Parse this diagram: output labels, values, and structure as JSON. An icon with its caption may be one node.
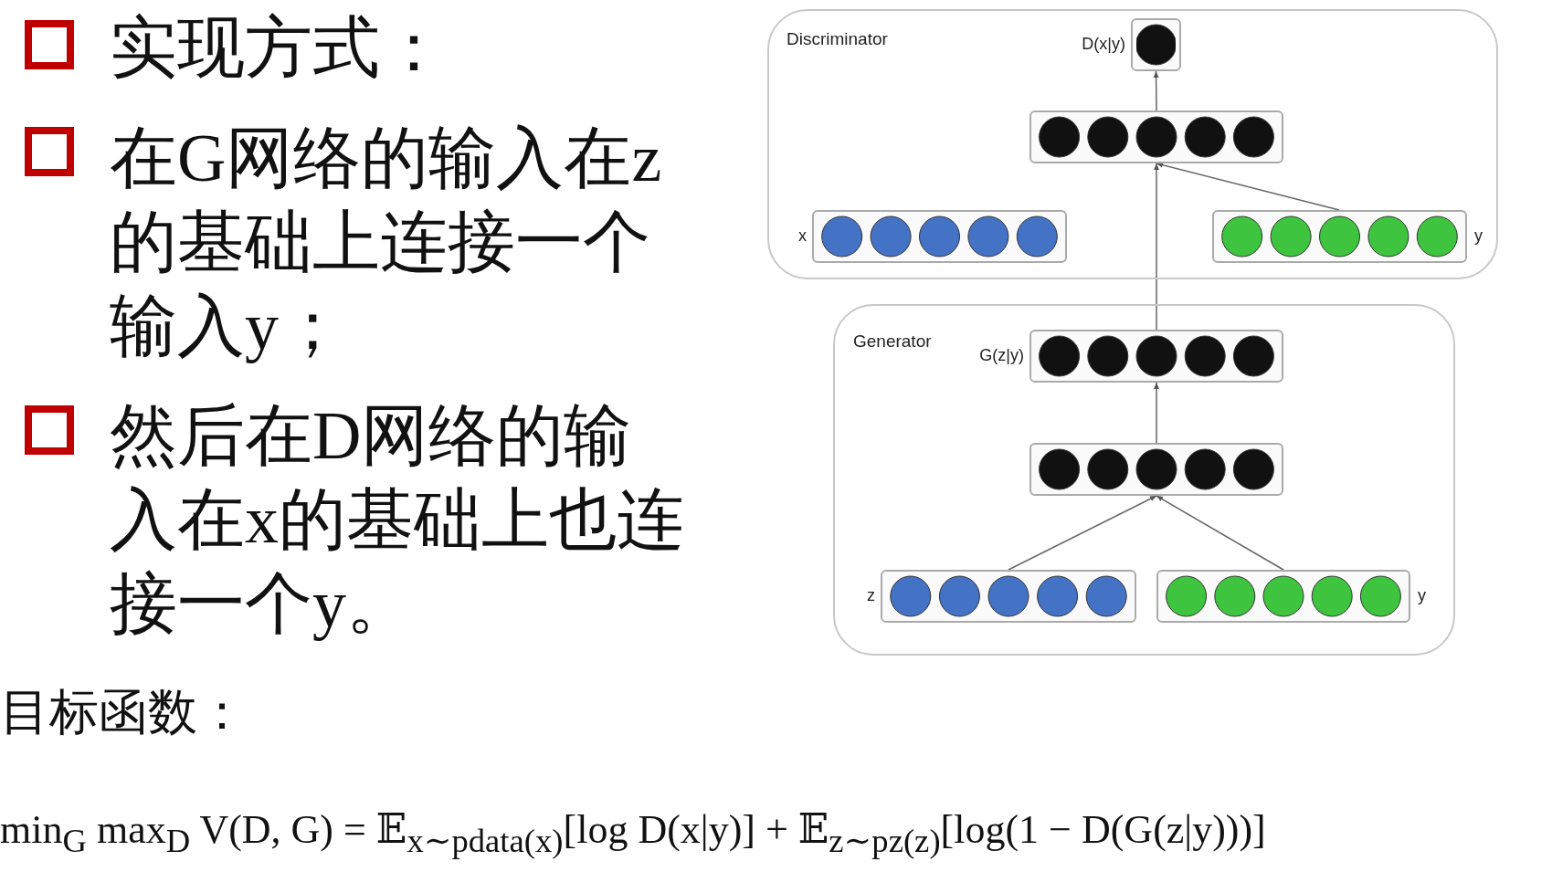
{
  "diagram": {
    "nodes": [
      {
        "text": [
          "Discriminator"
        ]
      },
      {
        "text": [],
        "shape": "box",
        "in": 0,
        "beside": [
          "D(x|y)"
        ]
      },
      {
        "text": [],
        "shape": "box",
        "in": 0
      },
      {
        "text": [],
        "shape": "box",
        "in": 0,
        "beside": [
          "x"
        ]
      },
      {
        "text": [],
        "shape": "box",
        "in": 0,
        "beside": [
          "y"
        ]
      },
      {
        "text": [
          "Generator"
        ]
      },
      {
        "text": [],
        "shape": "box",
        "in": 5,
        "beside": [
          "G(z|y)"
        ]
      },
      {
        "text": [],
        "shape": "box",
        "in": 5
      },
      {
        "text": [],
        "shape": "box",
        "in": 5,
        "beside": [
          "z"
        ]
      },
      {
        "text": [],
        "shape": "box",
        "in": 5,
        "beside": [
          "y"
        ]
      }
    ],
    "edges": [
      {
        "from": 2,
        "to": 1,
        "arrow": "to"
      },
      {
        "from": 4,
        "to": 2,
        "arrow": "to"
      },
      {
        "from": 6,
        "to": 2,
        "arrow": "to"
      },
      {
        "from": 7,
        "to": 6,
        "arrow": "to"
      },
      {
        "from": 8,
        "to": 7,
        "arrow": "to"
      },
      {
        "from": 9,
        "to": 7,
        "arrow": "to"
      }
    ],
    "labels": [
      "实现方式：",
      "在G网络的输入在z的基础上连接一个输入y；",
      "然后在D网络的输入在x的基础上也连接一个y。",
      "目标函数：",
      "min$_{G}$ max$_{D}$ V(D, G) = 𝔼$_{x∼pdata(x)}$[log D(x|y)] + 𝔼$_{z∼pz(z)}$[log(1 − D(G(z|y)))]"
    ]
  }
}
